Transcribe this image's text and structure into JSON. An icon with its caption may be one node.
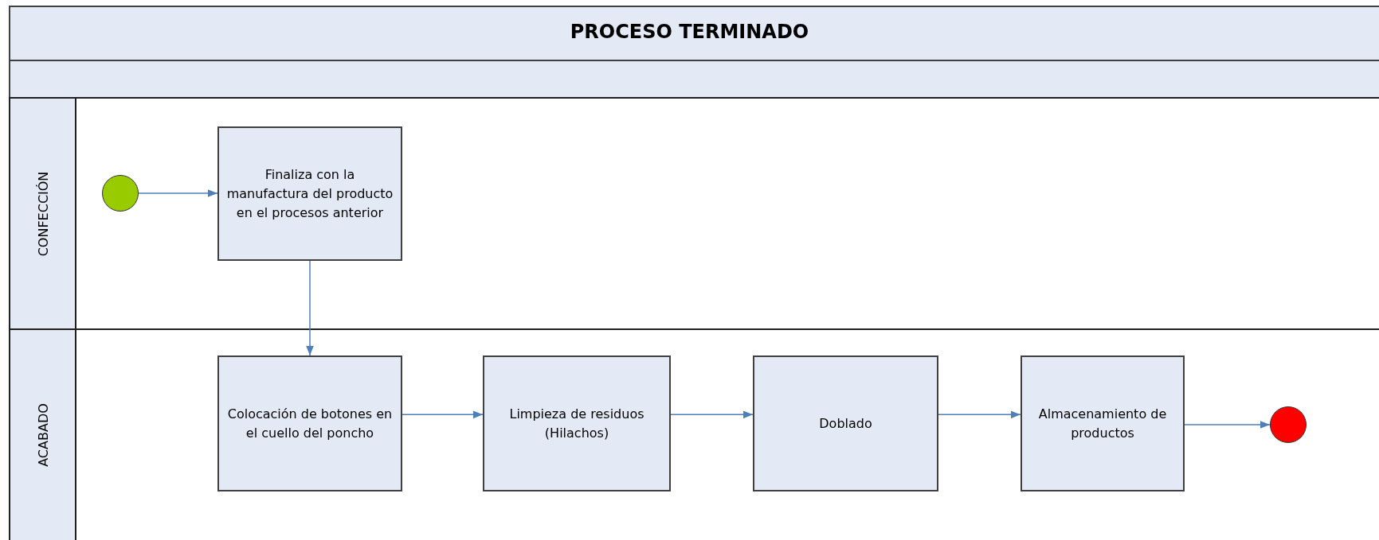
{
  "diagram": {
    "title": "PROCESO TERMINADO",
    "nodes": [
      {
        "text": [
          "CONFECCIÓN"
        ]
      },
      {
        "text": [
          "ACABADO"
        ]
      },
      {
        "text": [],
        "shape": "circle",
        "in": 0
      },
      {
        "text": [
          "Finaliza con la manufactura del producto en el procesos anterior"
        ],
        "in": 0
      },
      {
        "text": [
          "Colocación de botones en el cuello del poncho"
        ],
        "in": 1
      },
      {
        "text": [
          "Limpieza de residuos (Hilachos)"
        ],
        "in": 1
      },
      {
        "text": [
          "Doblado"
        ],
        "in": 1
      },
      {
        "text": [
          "Almacenamiento de productos"
        ],
        "in": 1
      },
      {
        "text": [],
        "shape": "circle",
        "in": 1
      }
    ],
    "edges": [
      {
        "from": 2,
        "to": 3,
        "arrow": "to"
      },
      {
        "from": 3,
        "to": 4,
        "arrow": "to"
      },
      {
        "from": 4,
        "to": 5,
        "arrow": "to"
      },
      {
        "from": 5,
        "to": 6,
        "arrow": "to"
      },
      {
        "from": 6,
        "to": 7,
        "arrow": "to"
      },
      {
        "from": 7,
        "to": 8,
        "arrow": "to"
      }
    ]
  }
}
